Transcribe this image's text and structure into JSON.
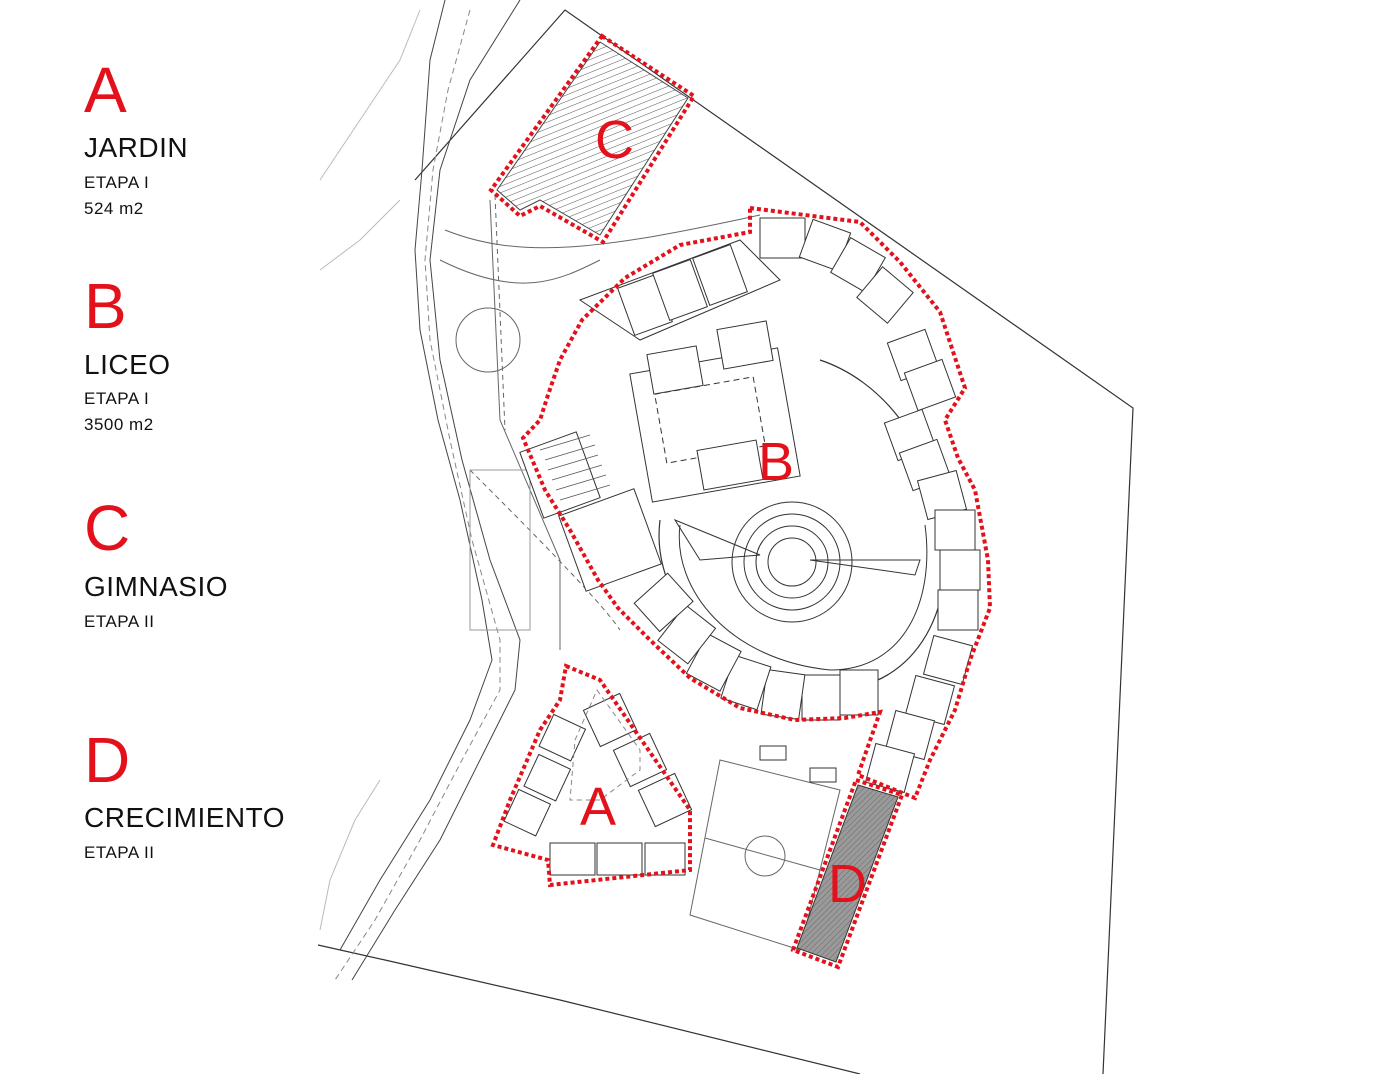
{
  "legend": [
    {
      "letter": "A",
      "name": "JARDIN",
      "stage": "ETAPA I",
      "area": "524 m2"
    },
    {
      "letter": "B",
      "name": "LICEO",
      "stage": "ETAPA I",
      "area": "3500 m2"
    },
    {
      "letter": "C",
      "name": "GIMNASIO",
      "stage": "ETAPA II",
      "area": ""
    },
    {
      "letter": "D",
      "name": "CRECIMIENTO",
      "stage": "ETAPA II",
      "area": ""
    }
  ],
  "zones": {
    "a": "A",
    "b": "B",
    "c": "C",
    "d": "D"
  },
  "colors": {
    "zone_outline": "#e3111b",
    "plan_line": "#333333"
  }
}
